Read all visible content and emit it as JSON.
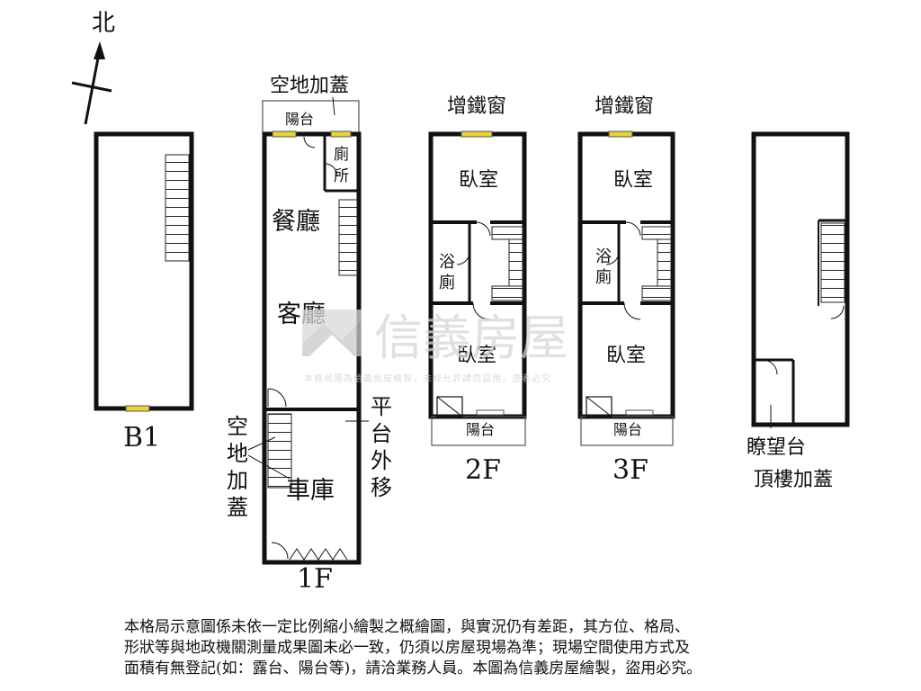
{
  "north": "北",
  "floors": {
    "b1": {
      "label": "B1"
    },
    "f1": {
      "label": "1F",
      "top_note": "空地加蓋",
      "balcony": "陽台",
      "toilet": [
        "廁",
        "所"
      ],
      "dining": "餐廳",
      "living": "客廳",
      "garage": "車庫",
      "left_note": [
        "空",
        "地",
        "加",
        "蓋"
      ],
      "right_note": [
        "平",
        "台",
        "外",
        "移"
      ]
    },
    "f2": {
      "label": "2F",
      "top_note": "增鐵窗",
      "bedroom_top": "臥室",
      "bath": [
        "浴",
        "廁"
      ],
      "bedroom_bottom": "臥室",
      "balcony": "陽台"
    },
    "f3": {
      "label": "3F",
      "top_note": "增鐵窗",
      "bedroom_top": "臥室",
      "bath": [
        "浴",
        "廁"
      ],
      "bedroom_bottom": "臥室",
      "balcony": "陽台"
    },
    "roof": {
      "lookout": "瞭望台",
      "label": "頂樓加蓋"
    }
  },
  "watermark": {
    "brand": "信義房屋",
    "note": "本格局圖為信義房屋繪製，未經允許請勿盜用，違者必究"
  },
  "disclaimer": [
    "本格局示意圖係未依一定比例縮小繪製之概繪圖，與實況仍有差距，其方位、格局、",
    "形狀等與地政機關測量成果圖未必一致，仍須以房屋現場為準；現場空間使用方式及",
    "面積有無登記(如：露台、陽台等)，請洽業務人員。本圖為信義房屋繪製，盜用必究。"
  ],
  "colors": {
    "wall": "#111111",
    "window": "#e8d33a",
    "watermark": "#d6d6d6"
  }
}
